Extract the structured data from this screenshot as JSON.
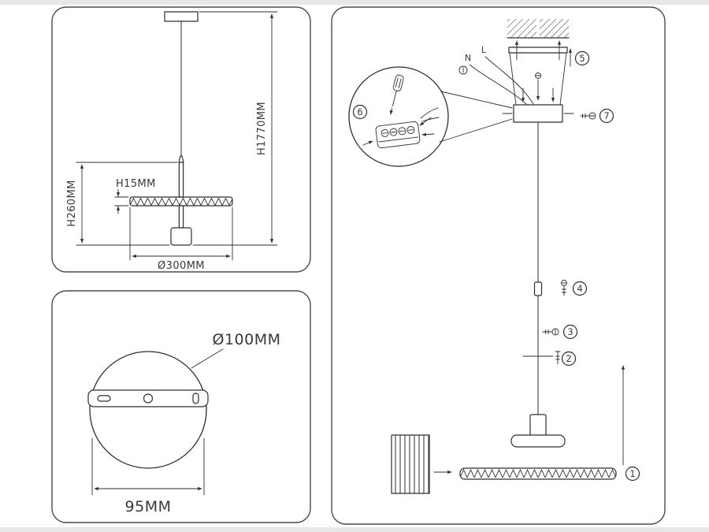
{
  "colors": {
    "ink": "#2e2e2e",
    "panel_border": "#4b4b4b",
    "page_trim": "#e7e7e7"
  },
  "side_view": {
    "total_height": "H1770MM",
    "lower_height": "H260MM",
    "disc_thickness": "H15MM",
    "disc_diameter": "Ø300MM"
  },
  "top_view": {
    "canopy_diameter": "Ø100MM",
    "mount_spacing": "95MM"
  },
  "install": {
    "wire_neutral": "N",
    "wire_live": "L",
    "step1": "1",
    "step2": "2",
    "step3": "3",
    "step4": "4",
    "step5": "5",
    "step6": "6",
    "step7": "7"
  }
}
